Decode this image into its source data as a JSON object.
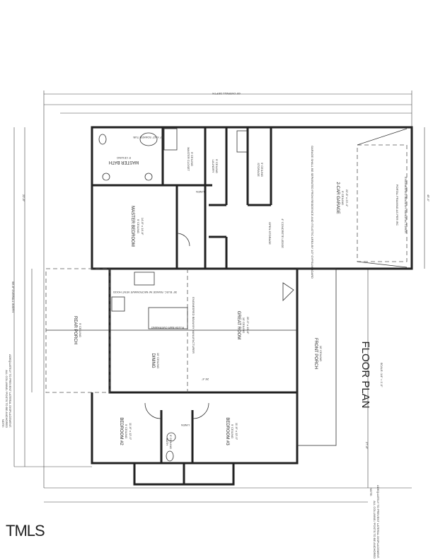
{
  "title": {
    "main": "FLOOR PLAN",
    "scale": "SCALE: 1/4\" = 1'-0\""
  },
  "note": {
    "heading": "NOTE:",
    "line1": "ALL COLUMNS / POSTS TO BE ANCHORED",
    "line2": "ADEQUATELY TO PREVENT LATERAL DISPLACEMENT."
  },
  "dimensions": {
    "overall_depth": "69' OVERALL DEPTH",
    "overall_width": "58'-8\" OVERALL WIDTH",
    "garage_depth": "22'-8\"",
    "house_depth": "45'-4\"",
    "front_porch": "27'-8\"",
    "great_room_width": "26'-4\""
  },
  "rooms": [
    {
      "name": "MASTER BATH",
      "ceiling": "9' CEILING"
    },
    {
      "name": "MASTER BEDROOM",
      "ceiling": "9' CEILING",
      "size": "14'-8\" x 14'-8\""
    },
    {
      "name": "MASTER CLOSET",
      "ceiling": "9' CEILING"
    },
    {
      "name": "LAUNDRY",
      "ceiling": "9' CEILING"
    },
    {
      "name": "STORAGE",
      "ceiling": "9' CEILING"
    },
    {
      "name": "2-CAR GARAGE",
      "ceiling": "9' CEILING",
      "size": "22'-8\" x 23'-4\""
    },
    {
      "name": "GREAT ROOM",
      "ceiling": "10' CEILING",
      "size": "20'-0\" x 19'-8\""
    },
    {
      "name": "DINING",
      "ceiling": "10' CEILING"
    },
    {
      "name": "REAR PORCH",
      "ceiling": "9' CEILING"
    },
    {
      "name": "FRONT PORCH",
      "ceiling": "10' CEILING"
    },
    {
      "name": "BEDROOM #2",
      "ceiling": "9' CEILING",
      "size": "11'-8\" x 12'-0\""
    },
    {
      "name": "BEDROOM #3",
      "ceiling": "9' CEILING",
      "size": "11'-8\" x 12'-0\""
    },
    {
      "name": "BATH",
      "ceiling": "9' CEILING"
    }
  ],
  "annotations": {
    "linen": "LINEN",
    "open_storage": "OPEN STORAGE",
    "ledge": "4\" CONCRETE LEDGE",
    "portal": "PORTAL FRAMING AS PER IRC",
    "beam": "ENGINEERED BEAM BY MANUFACTURER",
    "tub": "60\" X 42\" SOAKER TUB",
    "range": "30\" ELEC. RANGE W/ MICROWAVE VENT HOOD",
    "bar": "FLUSH BAR OVERHANG",
    "garage_note": "GARAGE SHALL BE SEPARATED FROM RESIDENCE AND ITS ATTIC AREA BY 1/2\" GYPSUM BOARD"
  },
  "watermark": "TMLS"
}
